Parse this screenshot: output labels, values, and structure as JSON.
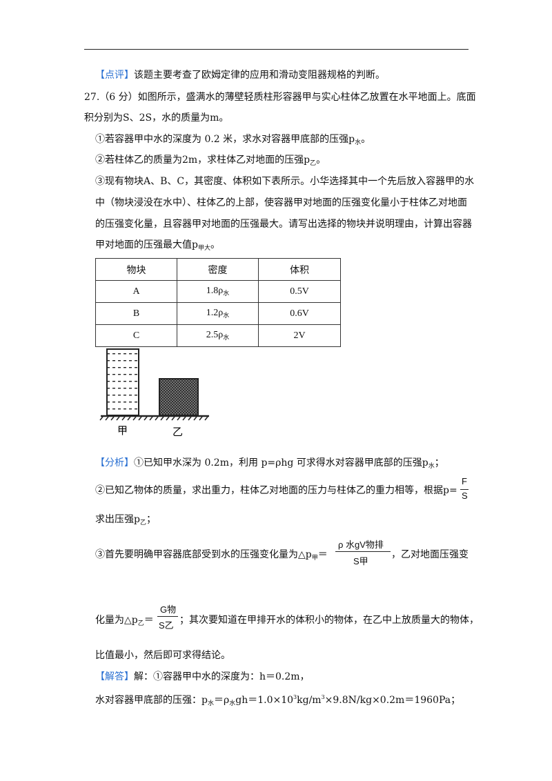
{
  "dianping": {
    "tag": "【点评】",
    "text": "该题主要考查了欧姆定律的应用和滑动变阻器规格的判断。"
  },
  "question": {
    "line1": "27.（6 分）如图所示，盛满水的薄壁轻质柱形容器甲与实心柱体乙放置在水平地面上。底面",
    "line2": "积分别为S、2S，水的质量为m。",
    "q1": "①若容器甲中水的深度为 0.2 米，求水对容器甲底部的压强p",
    "q1_sub": "水",
    "q1_end": "。",
    "q2": "②若柱体乙的质量为2m，求柱体乙对地面的压强p",
    "q2_sub": "乙",
    "q2_end": "。",
    "q3_l1": "③现有物块A、B、C，其密度、体积如下表所示。小华选择其中一个先后放入容器甲的水",
    "q3_l2": "中（物块浸没在水中）、柱体乙的上部，使容器甲对地面的压强变化量小于柱体乙对地面",
    "q3_l3": "的压强变化量，且容器甲对地面的压强最大。请写出选择的物块并说明理由，计算出容器",
    "q3_l4": "甲对地面的压强最大值p",
    "q3_l4_sub": "甲大",
    "q3_l4_end": "。"
  },
  "table": {
    "headers": [
      "物块",
      "密度",
      "体积"
    ],
    "rows": [
      {
        "block": "A",
        "density": "1.8ρ",
        "density_sub": "水",
        "volume": "0.5V"
      },
      {
        "block": "B",
        "density": "1.2ρ",
        "density_sub": "水",
        "volume": "0.6V"
      },
      {
        "block": "C",
        "density": "2.5ρ",
        "density_sub": "水",
        "volume": "2V"
      }
    ]
  },
  "figure": {
    "label_jia": "甲",
    "label_yi": "乙"
  },
  "fenxi": {
    "tag": "【分析】",
    "l1": "①已知甲水深为 0.2m，利用 p=ρhg 可求得水对容器甲底部的压强p",
    "l1_sub": "水",
    "l1_end": "；",
    "l2": "②已知乙物体的质量，求出重力，柱体乙对地面的压力与柱体乙的重力相等，根据p=",
    "l2_num": "F",
    "l2_den": "S",
    "l3": "求出压强p",
    "l3_sub": "乙",
    "l3_end": "；",
    "l4": "③首先要明确甲容器底部受到水的压强变化量为△p",
    "l4_sub": "甲",
    "l4_eq": "＝",
    "l4_num": "ρ 水gV物排",
    "l4_den": "S甲",
    "l4_end": "，乙对地面压强变",
    "l5": "化量为△p",
    "l5_sub": "乙",
    "l5_eq": "＝",
    "l5_num": "G物",
    "l5_den": "S乙",
    "l5_end": "；其次要知道在甲排开水的体积小的物体，在乙中上放质量大的物体，",
    "l6": "比值最小，然后即可求得结论。"
  },
  "jieda": {
    "tag": "【解答】",
    "l1": "解：①容器甲中水的深度为：h＝0.2m，",
    "l2a": "水对容器甲底部的压强：p",
    "l2_sub1": "水",
    "l2b": "＝ρ",
    "l2_sub2": "水",
    "l2c": "gh＝1.0×10",
    "l2_sup1": "3",
    "l2d": "kg/m",
    "l2_sup2": "3",
    "l2e": "×9.8N/kg×0.2m＝1960Pa；"
  }
}
